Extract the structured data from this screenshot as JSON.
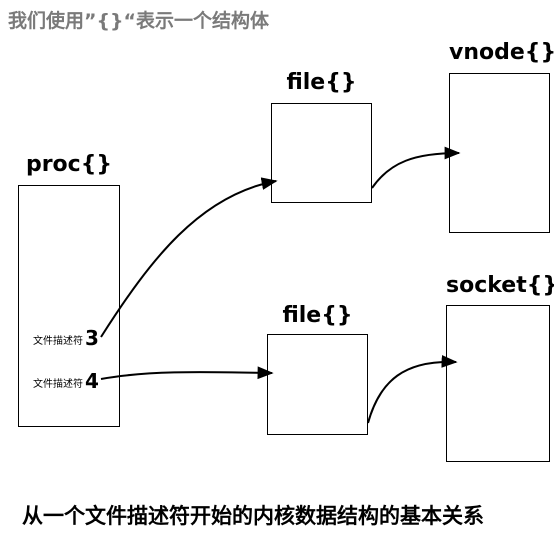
{
  "note": "我们使用”{}“表示一个结构体",
  "nodes": {
    "proc": "proc{}",
    "file_top": "file{}",
    "vnode": "vnode{}",
    "file_bottom": "file{}",
    "socket": "socket{}"
  },
  "descriptors": [
    {
      "label": "文件描述符",
      "number": "3"
    },
    {
      "label": "文件描述符",
      "number": "4"
    }
  ],
  "caption": "从一个文件描述符开始的内核数据结构的基本关系",
  "colors": {
    "line": "#000000",
    "note": "#7a7a7a"
  }
}
